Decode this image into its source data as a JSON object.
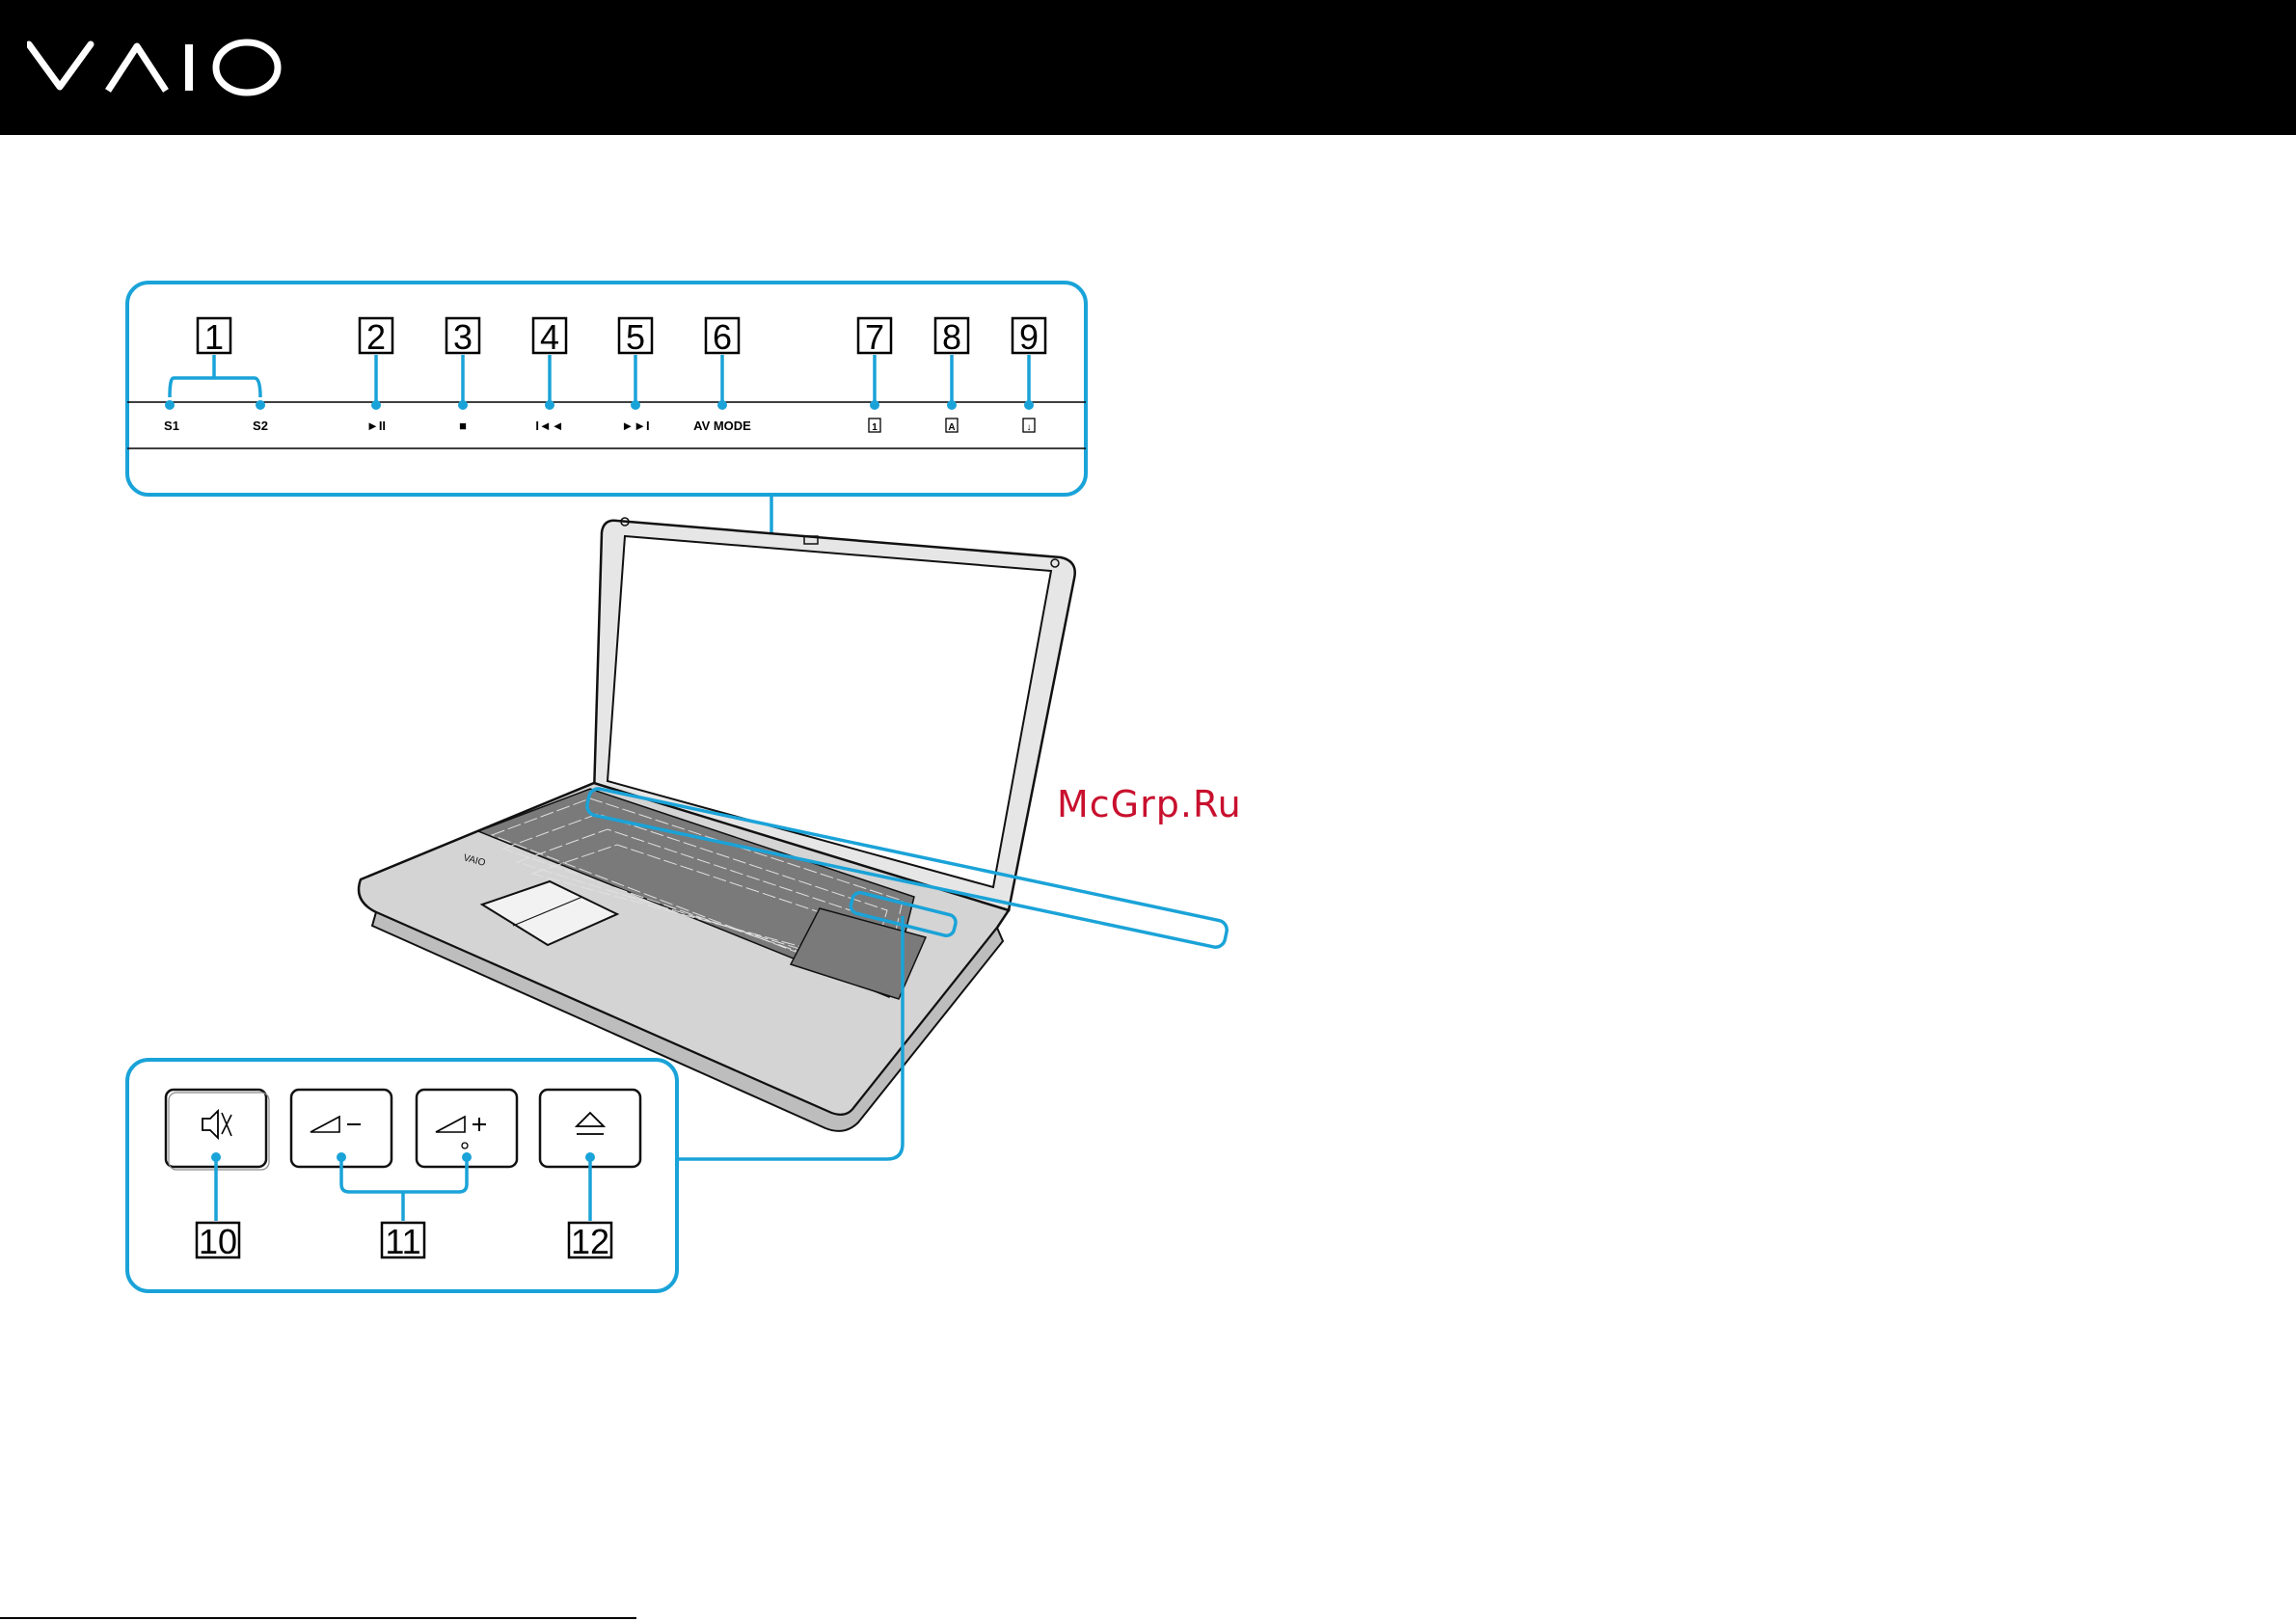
{
  "brand": {
    "name": "VAIO"
  },
  "watermark": "McGrp.Ru",
  "top_callouts": [
    {
      "num": "1",
      "labels": [
        "S1",
        "S2"
      ]
    },
    {
      "num": "2",
      "labels": [
        "►II"
      ]
    },
    {
      "num": "3",
      "labels": [
        "■"
      ]
    },
    {
      "num": "4",
      "labels": [
        "I◄◄"
      ]
    },
    {
      "num": "5",
      "labels": [
        "►►I"
      ]
    },
    {
      "num": "6",
      "labels": [
        "AV MODE"
      ]
    },
    {
      "num": "7",
      "labels": [
        "1"
      ],
      "icon": "num-lock-indicator-icon"
    },
    {
      "num": "8",
      "labels": [
        "A"
      ],
      "icon": "caps-lock-indicator-icon"
    },
    {
      "num": "9",
      "labels": [
        "↓"
      ],
      "icon": "scroll-lock-indicator-icon"
    }
  ],
  "bottom_callouts": [
    {
      "num": "10",
      "icon": "mute-icon"
    },
    {
      "num": "11",
      "icon": "volume-down-up-icon"
    },
    {
      "num": "12",
      "icon": "eject-icon"
    }
  ],
  "colors": {
    "header": "#000000",
    "callout": "#1aa3d8",
    "watermark": "#c8102e"
  }
}
